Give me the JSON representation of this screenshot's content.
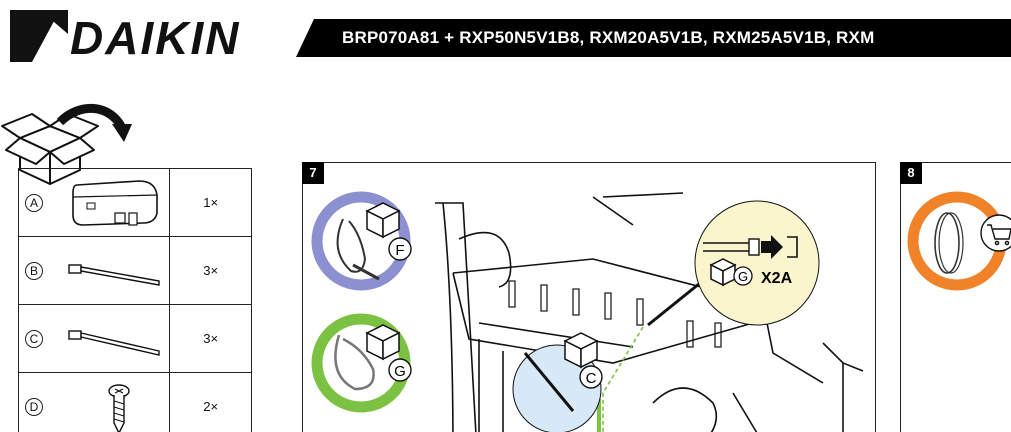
{
  "brand": "DAIKIN",
  "header": {
    "title": "BRP070A81 + RXP50N5V1B8, RXM20A5V1B, RXM25A5V1B, RXM"
  },
  "parts": [
    {
      "letter": "A",
      "name": "adapter-unit",
      "qty": "1×"
    },
    {
      "letter": "B",
      "name": "cable-tie",
      "qty": "3×"
    },
    {
      "letter": "C",
      "name": "cable-tie",
      "qty": "3×"
    },
    {
      "letter": "D",
      "name": "screw",
      "qty": "2×"
    }
  ],
  "steps": [
    {
      "number": "7",
      "labels": {
        "f": "F",
        "g": "G",
        "c": "C",
        "g2": "G",
        "terminal": "X2A"
      }
    },
    {
      "number": "8"
    }
  ]
}
